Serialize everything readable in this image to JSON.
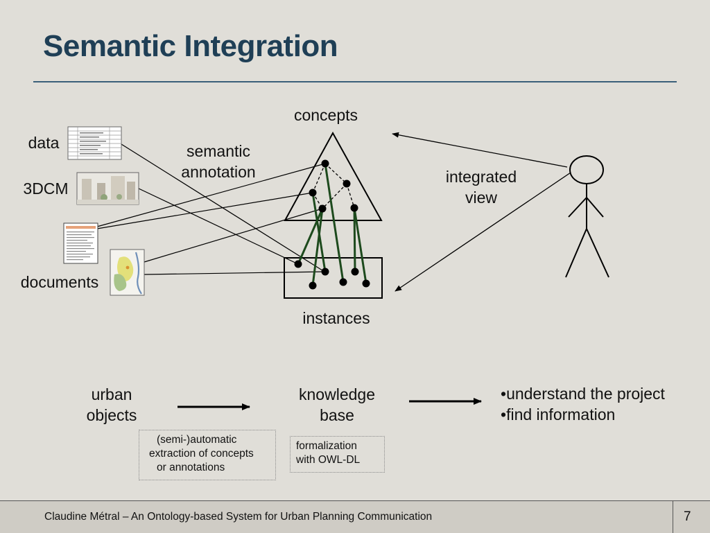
{
  "slide": {
    "title": "Semantic Integration"
  },
  "diagram": {
    "concepts_label": "concepts",
    "instances_label": "instances",
    "semantic_annotation_line1": "semantic",
    "semantic_annotation_line2": "annotation",
    "integrated_view_line1": "integrated",
    "integrated_view_line2": "view",
    "source_labels": {
      "data": "data",
      "model3d": "3DCM",
      "documents": "documents"
    }
  },
  "workflow": {
    "urban_objects_line1": "urban",
    "urban_objects_line2": "objects",
    "knowledge_base_line1": "knowledge",
    "knowledge_base_line2": "base",
    "extraction_note_line1": "(semi-)automatic",
    "extraction_note_line2": "extraction of concepts",
    "extraction_note_line3": "or annotations",
    "formalization_note_line1": "formalization",
    "formalization_note_line2": "with OWL-DL",
    "goals": [
      "understand the project",
      "find information"
    ]
  },
  "footer": {
    "text": "Claudine Métral – An Ontology-based System for Urban Planning Communication",
    "page_number": "7"
  },
  "colors": {
    "title": "#1f3f56",
    "background": "#e0ded8",
    "link_green": "#1d4a1d"
  }
}
